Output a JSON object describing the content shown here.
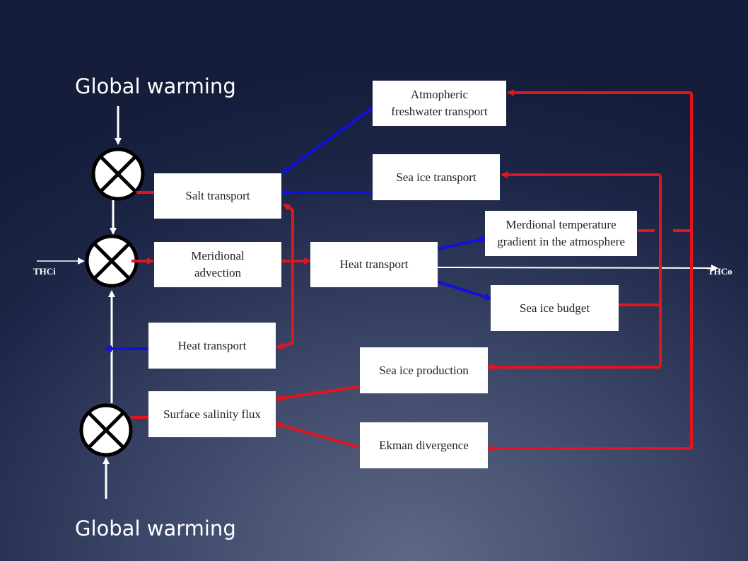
{
  "headings": {
    "top": "Global warming",
    "bottom": "Global warming"
  },
  "labels": {
    "input": "THCi",
    "output": "THCo"
  },
  "boxes": {
    "atmospheric_freshwater": "Atmopheric\nfreshwater transport",
    "sea_ice_transport": "Sea ice transport",
    "salt_transport": "Salt transport",
    "meridional_temp_gradient": "Merdional temperature\ngradient in the atmosphere",
    "meridional_advection": "Meridional\nadvection",
    "heat_transport_center": "Heat transport",
    "sea_ice_budget": "Sea ice budget",
    "heat_transport_left": "Heat transport",
    "sea_ice_production": "Sea ice production",
    "surface_salinity_flux": "Surface salinity flux",
    "ekman_divergence": "Ekman divergence"
  },
  "colors": {
    "positive_feedback": "#e3141c",
    "negative_feedback": "#1010e0",
    "flow": "#ffffff"
  }
}
